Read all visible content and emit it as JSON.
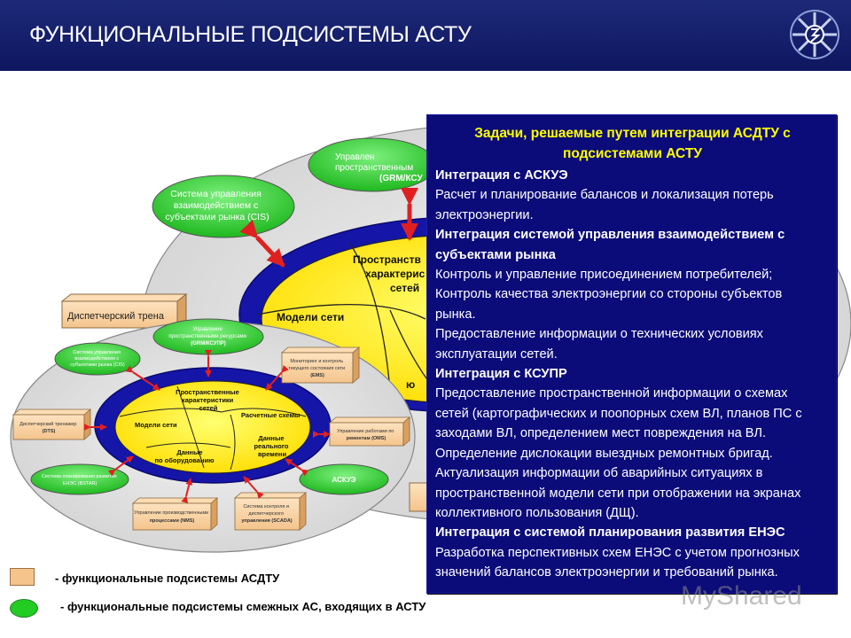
{
  "header": {
    "title": "ФУНКЦИОНАЛЬНЫЕ ПОДСИСТЕМЫ АСТУ"
  },
  "colors": {
    "header_bg": "#15206e",
    "panel_bg": "#0b0b7a",
    "panel_title": "#ffff00",
    "asdtu_box": "#f4c48c",
    "adjacent_ellipse": "#22cc22",
    "core": "#ffee00"
  },
  "panel": {
    "title_lines": [
      "Задачи, решаемые путем интеграции АСДТУ  с",
      "подсистемами АСТУ"
    ],
    "lines": [
      {
        "text": "Интеграция с АСКУЭ",
        "bold": true
      },
      {
        "text": "Расчет и планирование балансов и локализация потерь",
        "bold": false
      },
      {
        "text": "электроэнергии.",
        "bold": false
      },
      {
        "text": "Интеграция  системой управления взаимодействием с",
        "bold": true
      },
      {
        "text": "субъектами рынка",
        "bold": true
      },
      {
        "text": "Контроль и управление присоединением потребителей;",
        "bold": false
      },
      {
        "text": "Контроль качества электроэнергии со стороны субъектов",
        "bold": false
      },
      {
        "text": "рынка.",
        "bold": false
      },
      {
        "text": "Предоставление информации о технических условиях",
        "bold": false
      },
      {
        "text": "эксплуатации сетей.",
        "bold": false
      },
      {
        "text": "Интеграция с КСУПР",
        "bold": true
      },
      {
        "text": "Предоставление пространственной информации о схемах",
        "bold": false
      },
      {
        "text": "сетей (картографических и поопорных схем ВЛ, планов ПС с",
        "bold": false
      },
      {
        "text": "заходами ВЛ, определением мест повреждения на ВЛ.",
        "bold": false
      },
      {
        "text": "Определение дислокации выездных ремонтных бригад.",
        "bold": false
      },
      {
        "text": "Актуализация информации об аварийных ситуациях в",
        "bold": false
      },
      {
        "text": "пространственной модели сети при отображении на экранах",
        "bold": false
      },
      {
        "text": "коллективного пользования (ДЩ).",
        "bold": false
      },
      {
        "text": "Интеграция с системой планирования развития ЕНЭС",
        "bold": true
      },
      {
        "text": "Разработка перспективных схем ЕНЭС с учетом прогнозных",
        "bold": false
      },
      {
        "text": "значений балансов электроэнергии и требований рынка.",
        "bold": false
      }
    ]
  },
  "big_diagram": {
    "top_ellipse_lines": [
      "Управлен",
      "пространственным",
      "(GRM/КСУ"
    ],
    "cis_ellipse_lines": [
      "Система управления",
      "взаимодействием с",
      "субъектами рынка (CIS)"
    ],
    "dispatcher_box": "Диспетчерский трена",
    "core_labels": {
      "spatial": [
        "Пространств",
        "характерис",
        "сетей"
      ],
      "models": "Модели сети",
      "fragment": "ю"
    }
  },
  "small_diagram": {
    "green_ellipses": {
      "grm": [
        "Управление",
        "пространственными ресурсами",
        "(GRM/КСУПР)"
      ],
      "cis": [
        "Система управления",
        "взаимодействием с",
        "субъектами рынка (CIS)"
      ],
      "bstar": [
        "Система планирования развития",
        "ЕНЭС (BSTAR)"
      ],
      "askue": "АСКУЭ"
    },
    "boxes": {
      "ems": [
        "Мониторинг и контроль",
        "текущего состояния сети",
        "(EMS)"
      ],
      "dts": [
        "Диспетчерский тренажер",
        "(DTS)"
      ],
      "oms": [
        "Управление работами по",
        "ремонтам (OMS)"
      ],
      "nms": [
        "Управление производственными",
        "процессами (NMS)"
      ],
      "scada": [
        "Система контроля и",
        "диспетчерского",
        "управления (SCADA)"
      ]
    },
    "core_labels": {
      "spatial": [
        "Пространственные",
        "характеристики",
        "сетей"
      ],
      "models": "Модели сети",
      "calc": "Расчетные схемы",
      "realtime": [
        "Данные",
        "реального",
        "времени"
      ],
      "equipment": [
        "Данные",
        "по оборудованию"
      ]
    }
  },
  "legend": {
    "item1": "- функциональные подсистемы АСДТУ",
    "item2": "- функциональные подсистемы смежных АС, входящих в АСТУ"
  },
  "watermark": "MyShared"
}
